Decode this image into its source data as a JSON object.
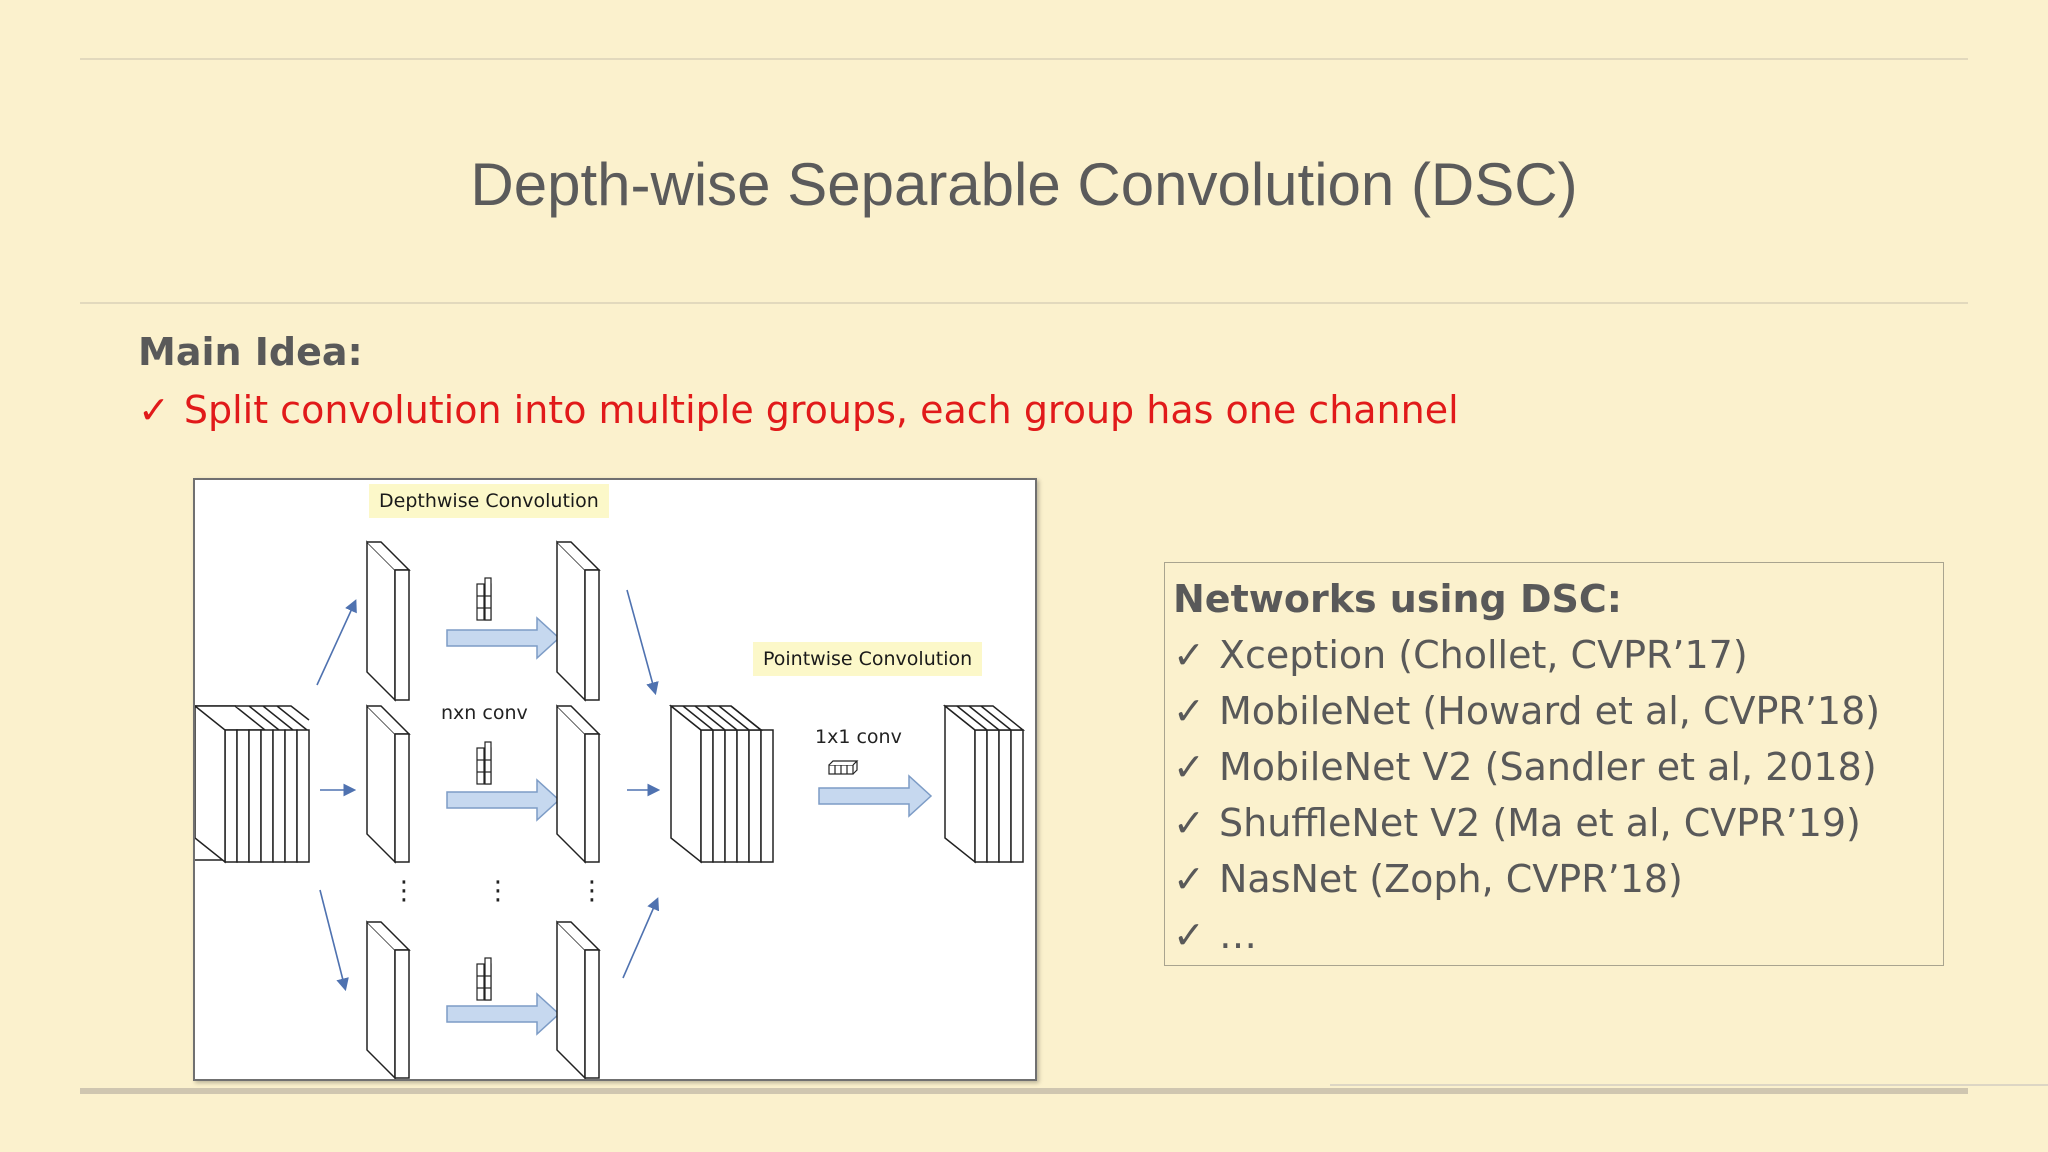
{
  "slide": {
    "title": "Depth-wise Separable Convolution (DSC)",
    "main_idea_heading": "Main Idea:",
    "main_idea_check": "✓",
    "main_idea_text": "Split convolution into multiple groups, each group has one channel"
  },
  "diagram": {
    "depthwise_label": "Depthwise Convolution",
    "pointwise_label": "Pointwise Convolution",
    "nxn_label": "nxn conv",
    "conv1x1_label": "1x1 conv",
    "ellipsis": "⋮"
  },
  "networks": {
    "heading": "Networks using DSC:",
    "check": "✓",
    "items": [
      "Xception (Chollet, CVPR’17)",
      "MobileNet (Howard et al, CVPR’18)",
      "MobileNet V2 (Sandler et al, 2018)",
      "ShuffleNet V2 (Ma et al, CVPR’19)",
      "NasNet (Zoph, CVPR’18)",
      "…"
    ]
  },
  "colors": {
    "background": "#fbf1cd",
    "title": "#5b5b5b",
    "accent_red": "#e11a1a",
    "body_text": "#595959",
    "arrow_fill": "#c6d8ef",
    "arrow_stroke": "#7d9cc6",
    "tag_fill": "#fcf8c9"
  }
}
